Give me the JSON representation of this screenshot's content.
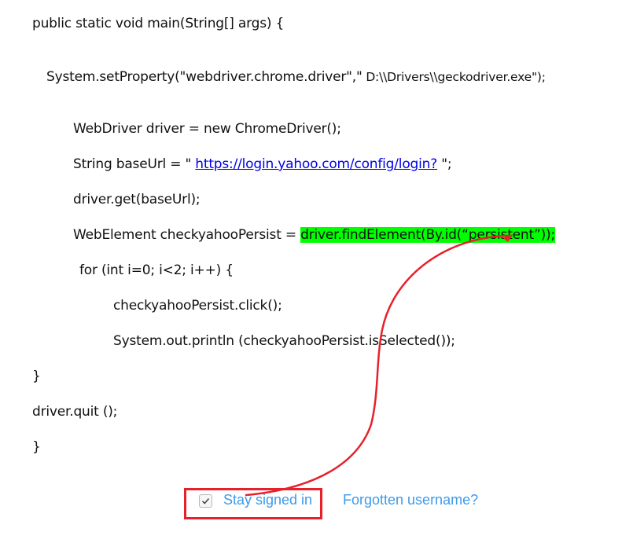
{
  "code": {
    "lines": [
      {
        "text": "public static void main(String[] args) {"
      },
      {
        "prefix": "System.setProperty(\"webdriver.chrome.driver\",\"",
        "path": " D:\\\\Drivers\\\\geckodriver.exe\");"
      },
      {
        "text": "WebDriver driver = new ChromeDriver();"
      },
      {
        "prefix": "String baseUrl = \" ",
        "link": "https://login.yahoo.com/config/login?",
        "suffix": " \";"
      },
      {
        "text": "driver.get(baseUrl);"
      },
      {
        "prefix": "WebElement checkyahooPersist = ",
        "highlight": "driver.findElement(By.id(“persistent”));"
      },
      {
        "text": "for (int i=0; i<2; i++) {"
      },
      {
        "text": "checkyahooPersist.click();"
      },
      {
        "text": "System.out.println (checkyahooPersist.isSelected());"
      },
      {
        "text": "}"
      },
      {
        "text": "driver.quit ();"
      },
      {
        "text": "}"
      }
    ]
  },
  "login": {
    "stay_signed_in": "Stay signed in",
    "stay_signed_in_checked": true,
    "forgotten_username": "Forgotten username?"
  },
  "annotation": {
    "highlight_color": "#00ff00",
    "arrow_color": "#e8202a",
    "box_color": "#e8202a"
  }
}
